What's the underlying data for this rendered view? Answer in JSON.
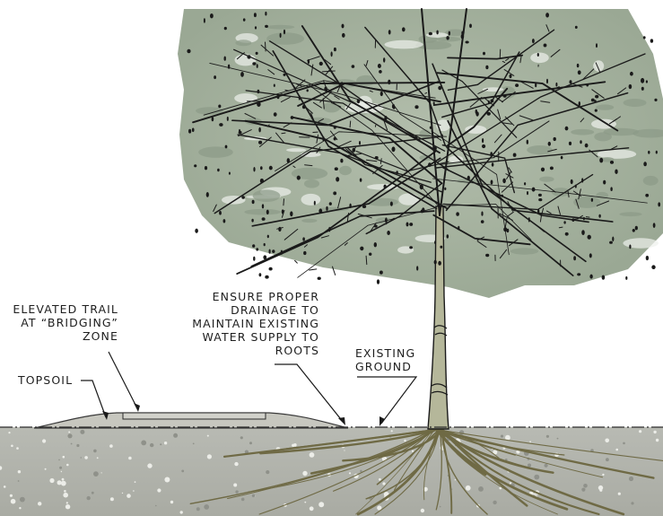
{
  "colors": {
    "canopy": "#a9b5a3",
    "canopy_dark": "#8f9c8a",
    "branch": "#1a1a1a",
    "trunk": "#b5b79a",
    "soil": "#b3b5ae",
    "soil_speck": "#e8e9e4",
    "roots": "#6f6a45",
    "trail": "#c7c7bf",
    "ground_line": "#2b2b2b",
    "text": "#1e1e1e"
  },
  "labels": {
    "elevated_trail": [
      "ELEVATED TRAIL",
      "AT “BRIDGING”",
      "ZONE"
    ],
    "topsoil": "TOPSOIL",
    "drainage": [
      "ENSURE PROPER",
      "DRAINAGE TO",
      "MAINTAIN EXISTING",
      "WATER SUPPLY TO",
      "ROOTS"
    ],
    "existing_ground": [
      "EXISTING",
      "GROUND"
    ]
  }
}
